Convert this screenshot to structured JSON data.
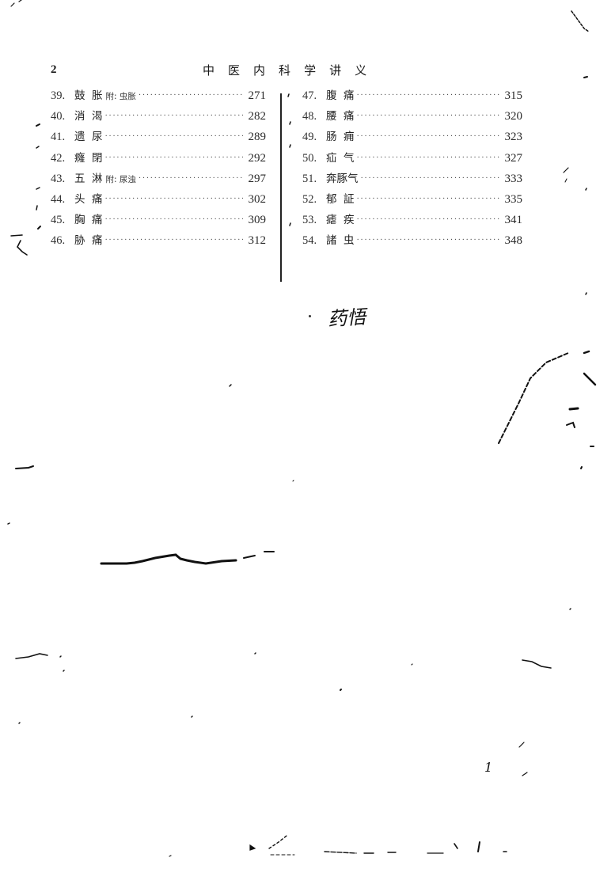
{
  "header": {
    "page_number": "2",
    "running_title_chars": [
      "中",
      "医",
      "内",
      "科",
      "学",
      "讲",
      "义"
    ]
  },
  "toc": {
    "left_column": [
      {
        "num": "39.",
        "c1": "鼓",
        "c2": "胀",
        "note": "附: 虫胀",
        "page": "271"
      },
      {
        "num": "40.",
        "c1": "消",
        "c2": "渴",
        "note": "",
        "page": "282"
      },
      {
        "num": "41.",
        "c1": "遗",
        "c2": "尿",
        "note": "",
        "page": "289"
      },
      {
        "num": "42.",
        "c1": "癃",
        "c2": "閉",
        "note": "",
        "page": "292"
      },
      {
        "num": "43.",
        "c1": "五",
        "c2": "淋",
        "note": "附: 尿浊",
        "page": "297"
      },
      {
        "num": "44.",
        "c1": "头",
        "c2": "痛",
        "note": "",
        "page": "302"
      },
      {
        "num": "45.",
        "c1": "胸",
        "c2": "痛",
        "note": "",
        "page": "309"
      },
      {
        "num": "46.",
        "c1": "胁",
        "c2": "痛",
        "note": "",
        "page": "312"
      }
    ],
    "right_column": [
      {
        "num": "47.",
        "c1": "腹",
        "c2": "痛",
        "note": "",
        "page": "315"
      },
      {
        "num": "48.",
        "c1": "腰",
        "c2": "痛",
        "note": "",
        "page": "320"
      },
      {
        "num": "49.",
        "c1": "肠",
        "c2": "痈",
        "note": "",
        "page": "323"
      },
      {
        "num": "50.",
        "c1": "疝",
        "c2": "气",
        "note": "",
        "page": "327"
      },
      {
        "num": "51.",
        "c1": "奔豚",
        "c2": "气",
        "note": "",
        "page": "333"
      },
      {
        "num": "52.",
        "c1": "郁",
        "c2": "証",
        "note": "",
        "page": "335"
      },
      {
        "num": "53.",
        "c1": "瘧",
        "c2": "疾",
        "note": "",
        "page": "341"
      },
      {
        "num": "54.",
        "c1": "諸",
        "c2": "虫",
        "note": "",
        "page": "348"
      }
    ]
  },
  "annotations": {
    "handwritten_note": "药悟",
    "corner_mark": "1"
  }
}
